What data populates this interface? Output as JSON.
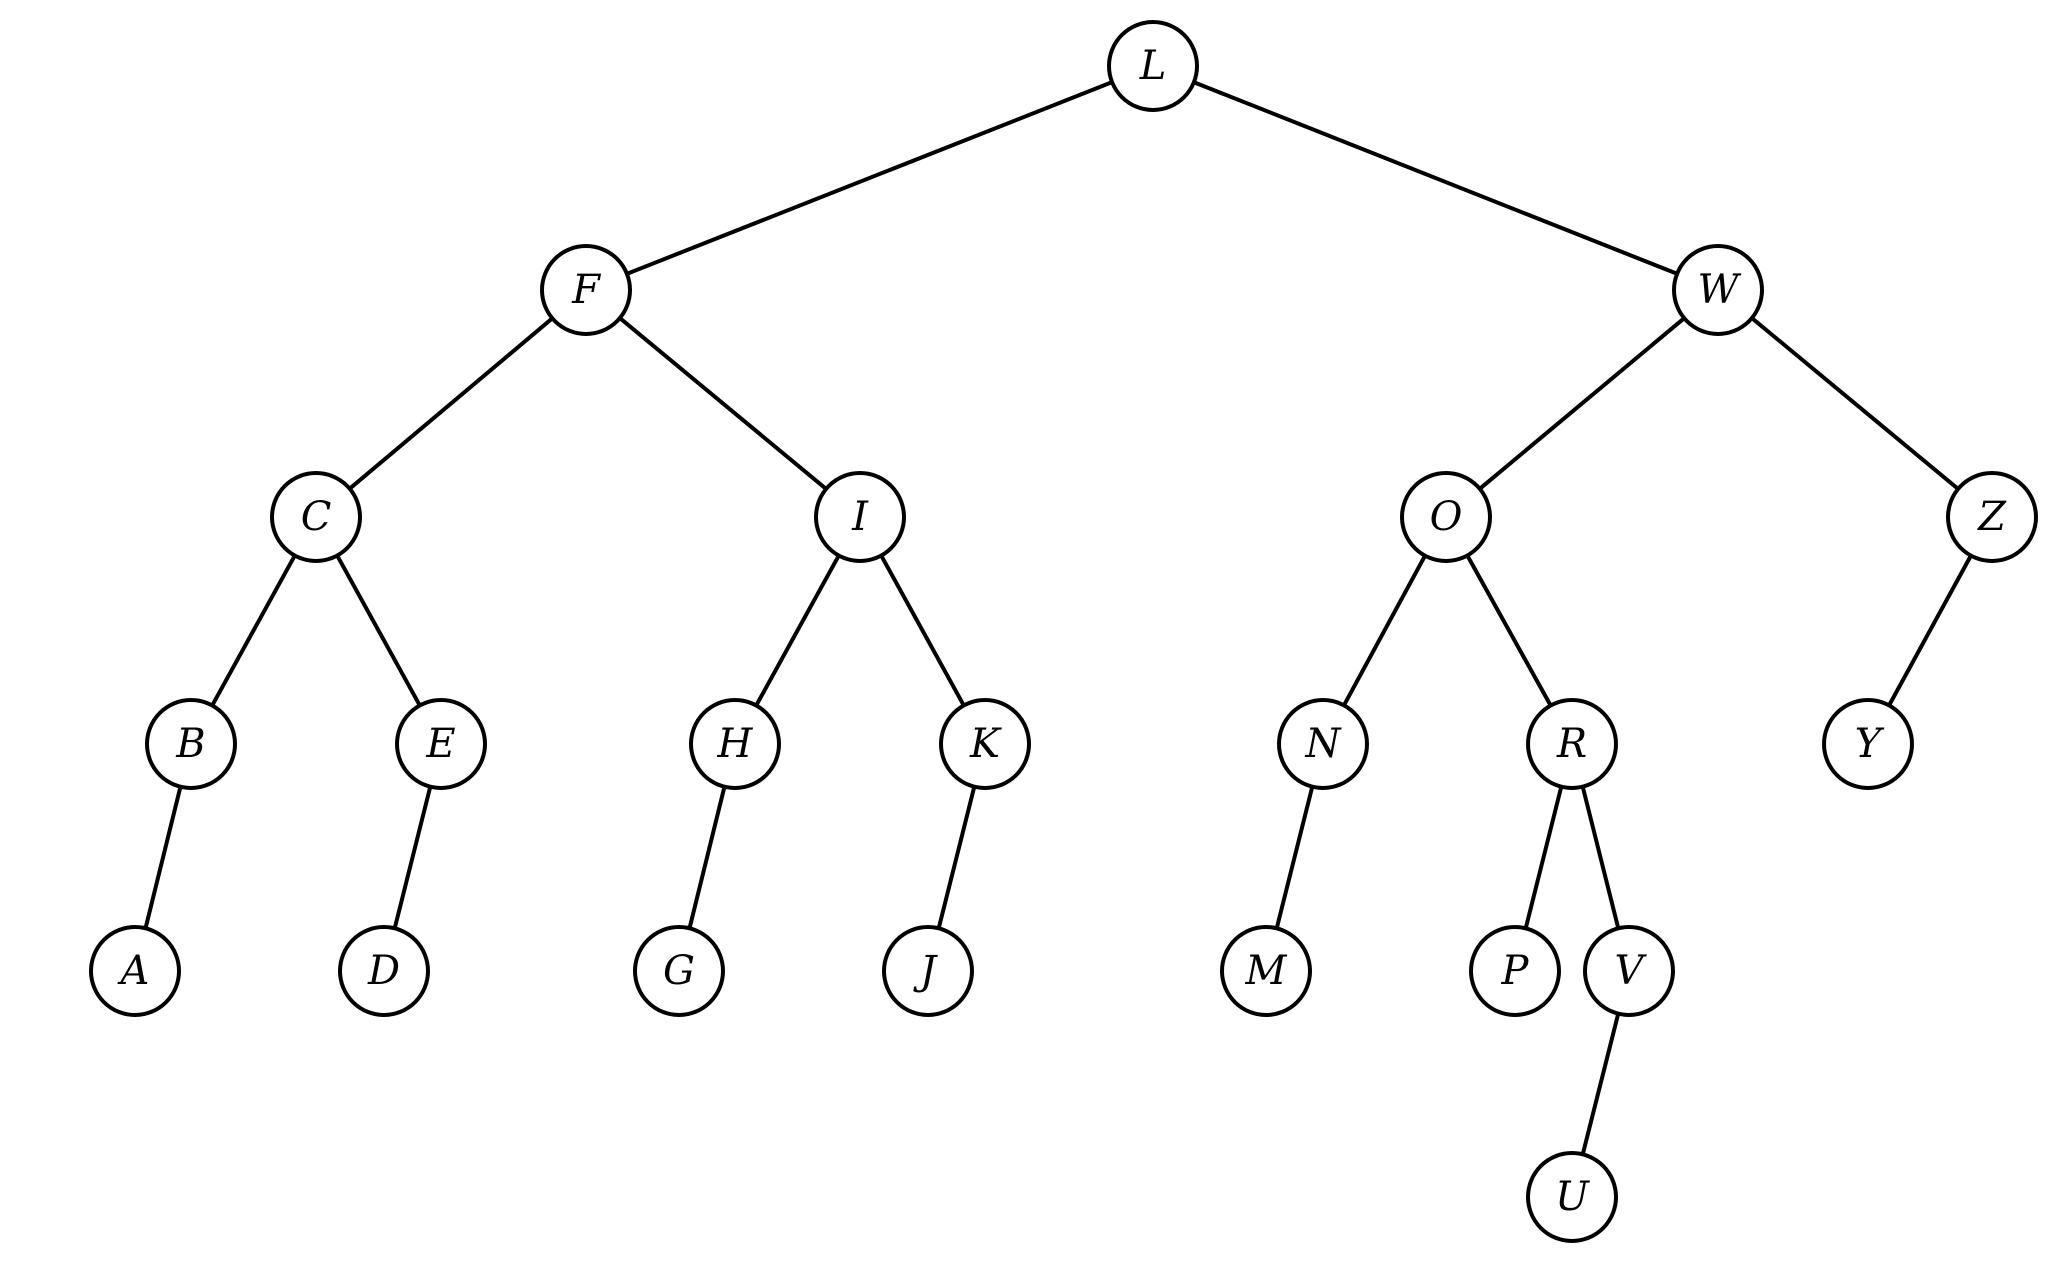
{
  "tree": {
    "root": "L",
    "nodes": [
      "L",
      "F",
      "W",
      "C",
      "I",
      "O",
      "Z",
      "B",
      "E",
      "H",
      "K",
      "N",
      "R",
      "Y",
      "A",
      "D",
      "G",
      "J",
      "M",
      "P",
      "V",
      "U"
    ],
    "edges": [
      [
        "L",
        "F"
      ],
      [
        "L",
        "W"
      ],
      [
        "F",
        "C"
      ],
      [
        "F",
        "I"
      ],
      [
        "W",
        "O"
      ],
      [
        "W",
        "Z"
      ],
      [
        "C",
        "B"
      ],
      [
        "C",
        "E"
      ],
      [
        "I",
        "H"
      ],
      [
        "I",
        "K"
      ],
      [
        "O",
        "N"
      ],
      [
        "O",
        "R"
      ],
      [
        "Z",
        "Y"
      ],
      [
        "B",
        "A"
      ],
      [
        "E",
        "D"
      ],
      [
        "H",
        "G"
      ],
      [
        "K",
        "J"
      ],
      [
        "N",
        "M"
      ],
      [
        "R",
        "P"
      ],
      [
        "R",
        "V"
      ],
      [
        "V",
        "U"
      ]
    ]
  },
  "colors": {
    "stroke": "#000000",
    "fill": "#ffffff",
    "background": "#ffffff"
  }
}
